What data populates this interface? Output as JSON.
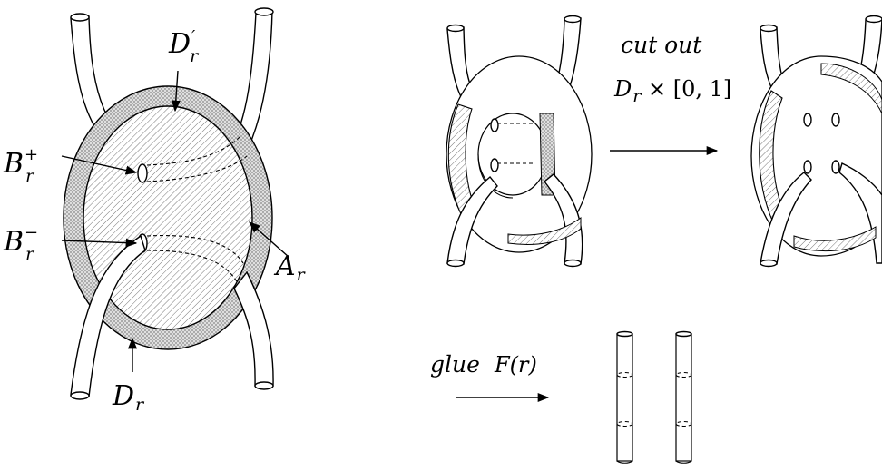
{
  "figure": {
    "labels": {
      "d_prime": {
        "base": "D",
        "prime": "′",
        "sub": "r"
      },
      "b_plus": {
        "base": "B",
        "sup": "+",
        "sub": "r"
      },
      "b_minus": {
        "base": "B",
        "sup": "−",
        "sub": "r"
      },
      "a_r": {
        "base": "A",
        "sub": "r"
      },
      "d_r": {
        "base": "D",
        "sub": "r"
      }
    },
    "step_cut": {
      "caption": "cut out",
      "expr_base": "D",
      "expr_sub": "r",
      "expr_rest": " × [0, 1]"
    },
    "step_glue": {
      "caption": "glue",
      "expr": "F(r)"
    }
  }
}
